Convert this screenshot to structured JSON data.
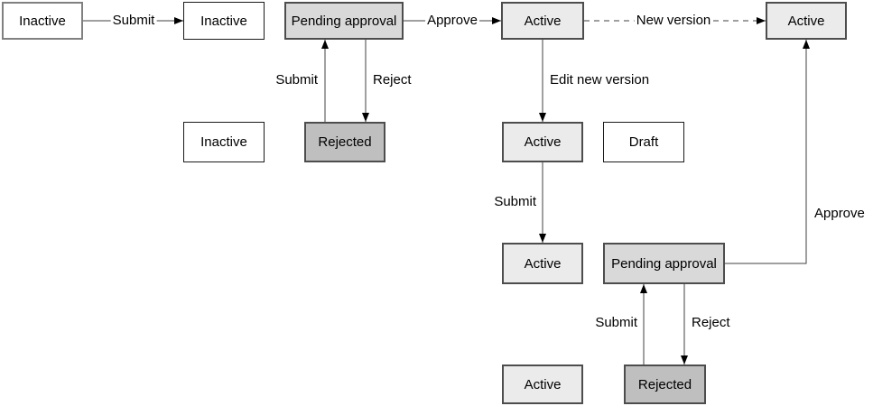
{
  "diagram": {
    "type": "state-transition-diagram",
    "colors": {
      "active_fill": "#ebebeb",
      "pending_approval_fill": "#d9d9d9",
      "rejected_fill": "#bfbfbf",
      "plain_fill": "#ffffff",
      "box_border_dark": "#4d4d4d",
      "box_border_black": "#1a1a1a",
      "box_border_gray": "#808080",
      "edge_line": "#404040",
      "arrowhead": "#000000",
      "text": "#000000"
    },
    "nodes": [
      {
        "id": "inactive-start",
        "label": "Inactive"
      },
      {
        "id": "inactive-submitted",
        "label": "Inactive"
      },
      {
        "id": "pending-approval-top",
        "label": "Pending approval"
      },
      {
        "id": "active-top",
        "label": "Active"
      },
      {
        "id": "active-new-version",
        "label": "Active"
      },
      {
        "id": "inactive-row2",
        "label": "Inactive"
      },
      {
        "id": "rejected-top",
        "label": "Rejected"
      },
      {
        "id": "active-row2",
        "label": "Active"
      },
      {
        "id": "draft",
        "label": "Draft"
      },
      {
        "id": "active-row3",
        "label": "Active"
      },
      {
        "id": "pending-approval-bottom",
        "label": "Pending approval"
      },
      {
        "id": "active-row4",
        "label": "Active"
      },
      {
        "id": "rejected-bottom",
        "label": "Rejected"
      }
    ],
    "edges": [
      {
        "id": "submit-top",
        "label": "Submit",
        "style": "solid",
        "direction": "right"
      },
      {
        "id": "approve-top",
        "label": "Approve",
        "style": "solid",
        "direction": "right"
      },
      {
        "id": "new-version",
        "label": "New version",
        "style": "dashed",
        "direction": "right"
      },
      {
        "id": "submit-left-up",
        "label": "Submit",
        "style": "solid",
        "direction": "up"
      },
      {
        "id": "reject-left-down",
        "label": "Reject",
        "style": "solid",
        "direction": "down"
      },
      {
        "id": "edit-new-version",
        "label": "Edit new version",
        "style": "solid",
        "direction": "down"
      },
      {
        "id": "submit-middle",
        "label": "Submit",
        "style": "solid",
        "direction": "down"
      },
      {
        "id": "submit-bottom-up",
        "label": "Submit",
        "style": "solid",
        "direction": "up"
      },
      {
        "id": "reject-bottom-down",
        "label": "Reject",
        "style": "solid",
        "direction": "down"
      },
      {
        "id": "approve-right",
        "label": "Approve",
        "style": "solid",
        "direction": "up"
      }
    ]
  }
}
